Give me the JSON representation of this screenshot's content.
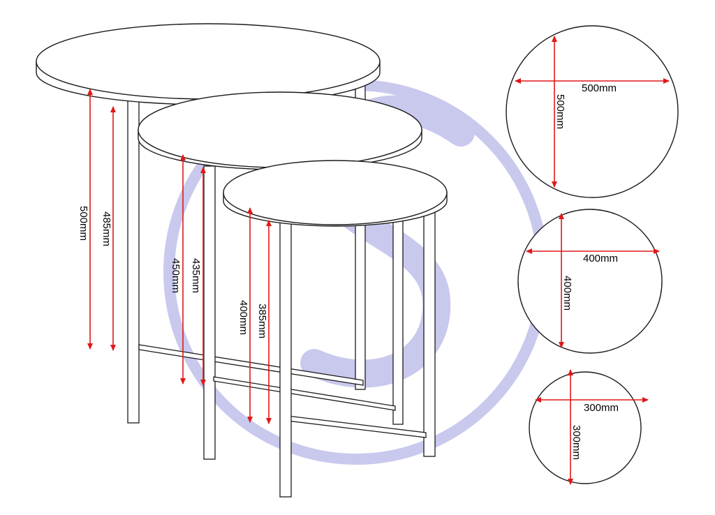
{
  "colors": {
    "outline": "#1a1a1a",
    "dimension_arrow": "#e01818",
    "watermark": "#c9c9ee",
    "background": "#ffffff"
  },
  "watermark": {
    "icon": "s-circle-logo-watermark"
  },
  "heights": {
    "large_total": "500mm",
    "large_inner": "485mm",
    "medium_total": "450mm",
    "medium_inner": "435mm",
    "small_total": "400mm",
    "small_inner": "385mm"
  },
  "tops": [
    {
      "id": "large",
      "width": "500mm",
      "depth": "500mm"
    },
    {
      "id": "medium",
      "width": "400mm",
      "depth": "400mm"
    },
    {
      "id": "small",
      "width": "300mm",
      "depth": "300mm"
    }
  ]
}
